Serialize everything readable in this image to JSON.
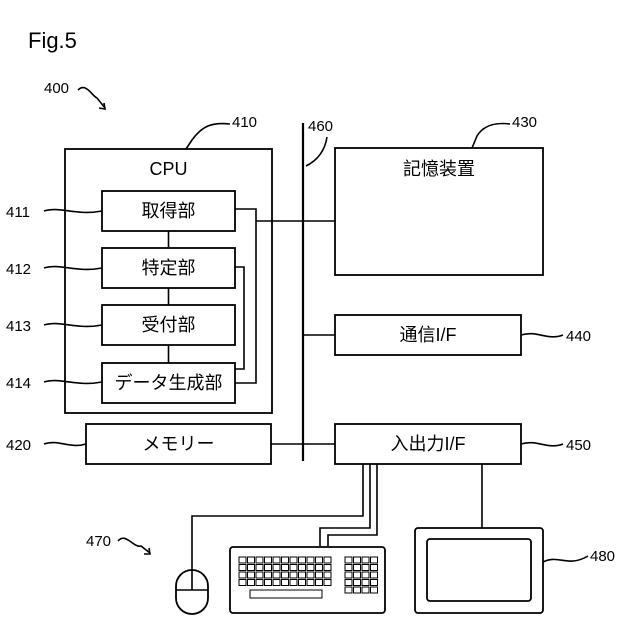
{
  "figure": {
    "title": "Fig.5"
  },
  "system": {
    "ref": "400"
  },
  "cpu": {
    "ref": "410",
    "label": "CPU",
    "units": [
      {
        "ref": "411",
        "label": "取得部"
      },
      {
        "ref": "412",
        "label": "特定部"
      },
      {
        "ref": "413",
        "label": "受付部"
      },
      {
        "ref": "414",
        "label": "データ生成部"
      }
    ]
  },
  "bus": {
    "ref": "460"
  },
  "storage": {
    "ref": "430",
    "label": "記憶装置"
  },
  "comm_if": {
    "ref": "440",
    "label": "通信I/F"
  },
  "memory": {
    "ref": "420",
    "label": "メモリー"
  },
  "io_if": {
    "ref": "450",
    "label": "入出力I/F"
  },
  "peripherals": {
    "ref": "470"
  },
  "display": {
    "ref": "480"
  }
}
